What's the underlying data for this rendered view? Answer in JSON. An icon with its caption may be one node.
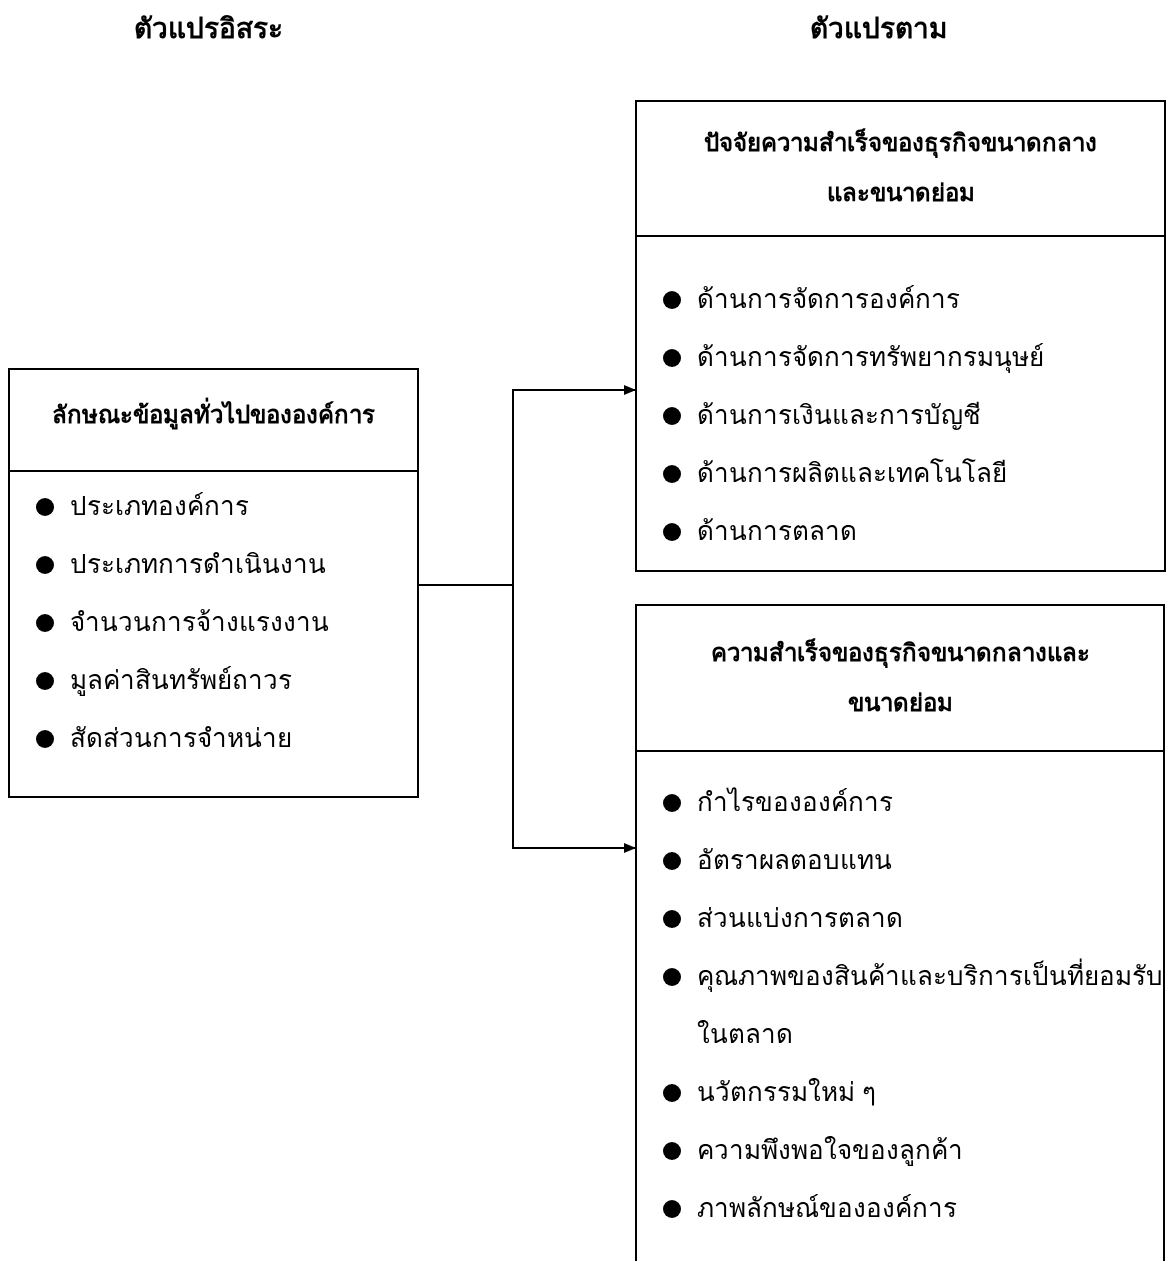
{
  "diagram": {
    "nodes": [
      {
        "text": [
          "ลักษณะข้อมูลทั่วไปขององค์การ",
          "ประเภทองค์การ",
          "ประเภทการดำเนินงาน",
          "จำนวนการจ้างแรงงาน",
          "มูลค่าสินทรัพย์ถาวร",
          "สัดส่วนการจำหน่าย"
        ]
      },
      {
        "text": [
          "ปัจจัยความสำเร็จของธุรกิจขนาดกลางและขนาดย่อม",
          "ด้านการจัดการองค์การ",
          "ด้านการจัดการทรัพยากรมนุษย์",
          "ด้านการเงินและการบัญชี",
          "ด้านการผลิตและเทคโนโลยี",
          "ด้านการตลาด"
        ]
      },
      {
        "text": [
          "ความสำเร็จของธุรกิจขนาดกลางและขนาดย่อม",
          "กำไรขององค์การ",
          "อัตราผลตอบแทน",
          "ส่วนแบ่งการตลาด",
          "คุณภาพของสินค้าและบริการเป็นที่ยอมรับในตลาด",
          "นวัตกรรมใหม่ ๆ",
          "ความพึงพอใจของลูกค้า",
          "ภาพลักษณ์ขององค์การ"
        ]
      }
    ],
    "edges": [
      {
        "from": 0,
        "to": 1,
        "arrow": "to"
      },
      {
        "from": 0,
        "to": 2,
        "arrow": "to"
      }
    ],
    "labels": [
      "ตัวแปรอิสระ",
      "ตัวแปรตาม"
    ]
  }
}
